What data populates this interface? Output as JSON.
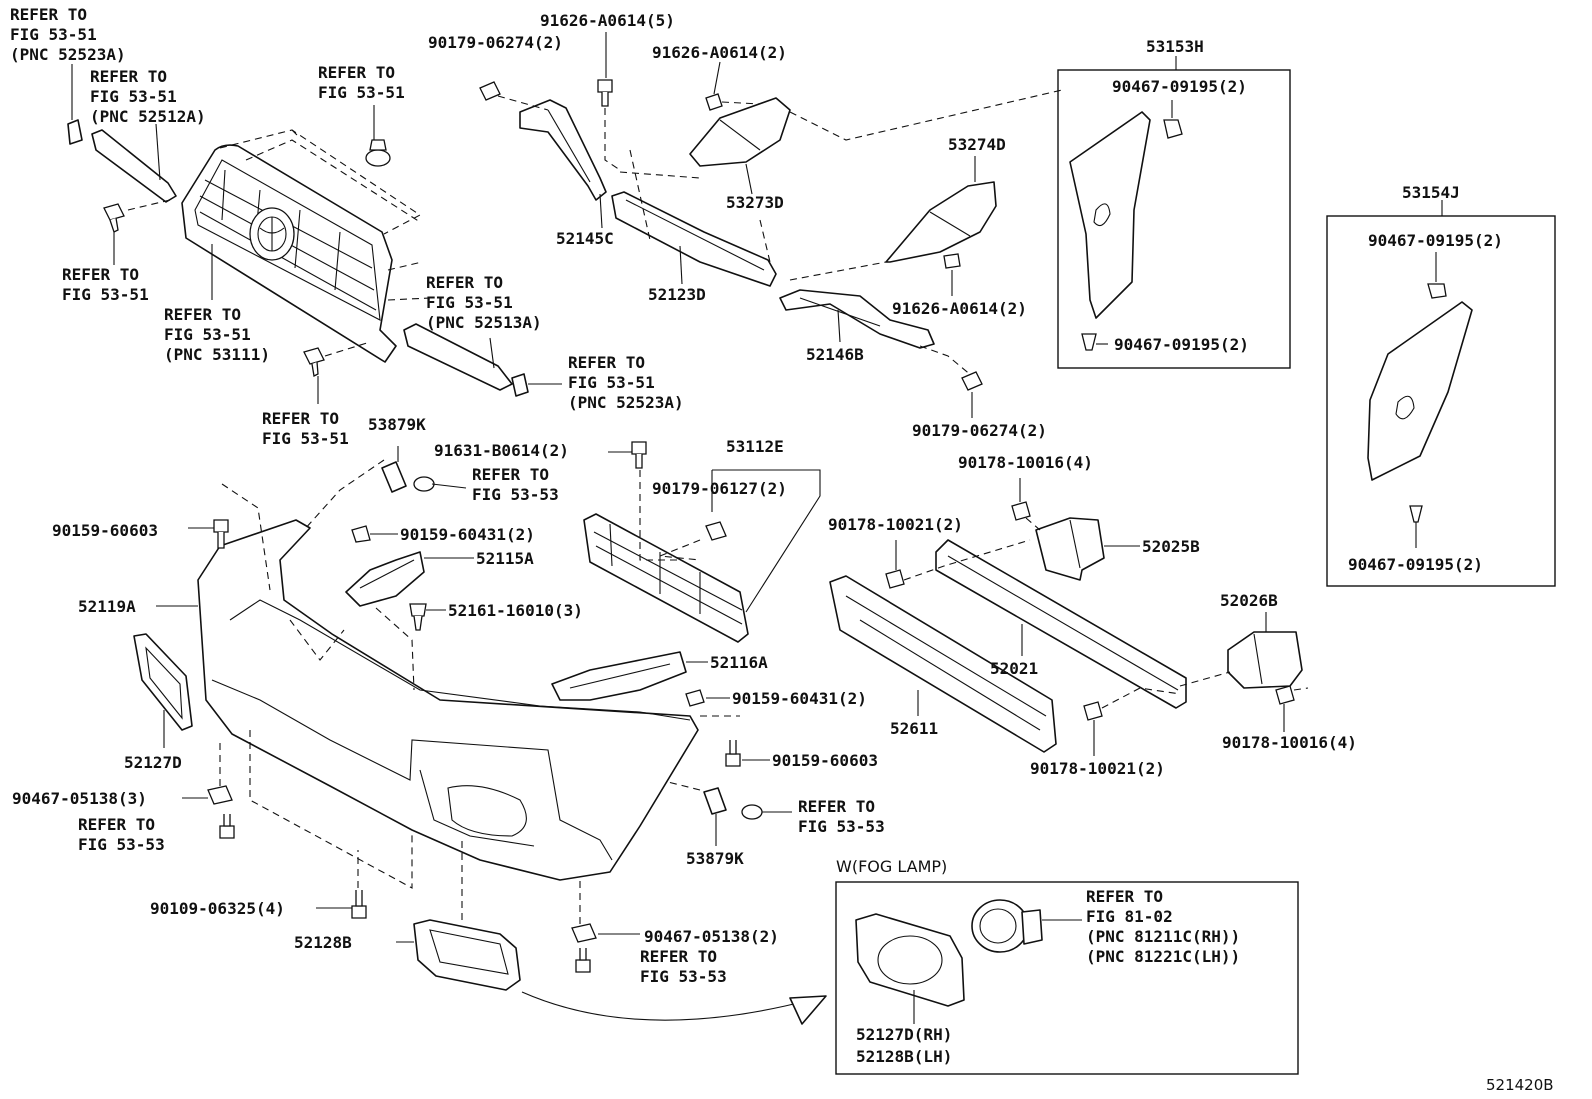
{
  "diagram_id": "521420B",
  "callouts": {
    "ref_53_51_52523a_top": [
      "REFER TO",
      "FIG 53-51",
      "(PNC 52523A)"
    ],
    "ref_53_51_52512a": [
      "REFER TO",
      "FIG 53-51",
      "(PNC 52512A)"
    ],
    "ref_53_51_upper": [
      "REFER TO",
      "FIG 53-51"
    ],
    "ref_53_51_left": [
      "REFER TO",
      "FIG 53-51"
    ],
    "ref_53_51_53111": [
      "REFER TO",
      "FIG 53-51",
      "(PNC 53111)"
    ],
    "ref_53_51_52513a": [
      "REFER TO",
      "FIG 53-51",
      "(PNC 52513A)"
    ],
    "ref_53_51_52523a_low": [
      "REFER TO",
      "FIG 53-51",
      "(PNC 52523A)"
    ],
    "ref_53_51_mid": [
      "REFER TO",
      "FIG 53-51"
    ],
    "ref_53_53_a": [
      "REFER TO",
      "FIG 53-53"
    ],
    "ref_53_53_b": [
      "REFER TO",
      "FIG 53-53"
    ],
    "ref_53_53_c": [
      "REFER TO",
      "FIG 53-53"
    ],
    "ref_53_53_d": [
      "REFER TO",
      "FIG 53-53"
    ],
    "ref_81_02": [
      "REFER TO",
      "FIG 81-02",
      "(PNC 81211C(RH))",
      "(PNC 81221C(LH))"
    ]
  },
  "part_labels": {
    "p90179_06274_top": "90179-06274(2)",
    "p91626_a0614_5": "91626-A0614(5)",
    "p91626_a0614_2_top": "91626-A0614(2)",
    "p53153h": "53153H",
    "p90467_09195_h_top": "90467-09195(2)",
    "p90467_09195_h_bot": "90467-09195(2)",
    "p53274d": "53274D",
    "p53273d": "53273D",
    "p52145c": "52145C",
    "p52123d": "52123D",
    "p91626_a0614_2_mid": "91626-A0614(2)",
    "p52146b": "52146B",
    "p90179_06274_mid": "90179-06274(2)",
    "p53154j": "53154J",
    "p90467_09195_j_top": "90467-09195(2)",
    "p90467_09195_j_bot": "90467-09195(2)",
    "p53879k_top": "53879K",
    "p91631_b0614": "91631-B0614(2)",
    "p53112e": "53112E",
    "p90179_06127": "90179-06127(2)",
    "p90178_10016_top": "90178-10016(4)",
    "p90159_60603_left": "90159-60603",
    "p90159_60431_top": "90159-60431(2)",
    "p52115a": "52115A",
    "p90178_10021_top": "90178-10021(2)",
    "p52025b": "52025B",
    "p52119a": "52119A",
    "p52161_16010": "52161-16010(3)",
    "p52026b": "52026B",
    "p52021": "52021",
    "p52116a": "52116A",
    "p90159_60431_mid": "90159-60431(2)",
    "p52611": "52611",
    "p90178_10016_bot": "90178-10016(4)",
    "p52127d": "52127D",
    "p90159_60603_right": "90159-60603",
    "p90178_10021_bot": "90178-10021(2)",
    "p90467_05138_3": "90467-05138(3)",
    "p53879k_bot": "53879K",
    "p90109_06325": "90109-06325(4)",
    "p52128b": "52128B",
    "p90467_05138_2": "90467-05138(2)"
  },
  "fog_lamp": {
    "title": "W(FOG LAMP)",
    "rh": "52127D(RH)",
    "lh": "52128B(LH)"
  }
}
